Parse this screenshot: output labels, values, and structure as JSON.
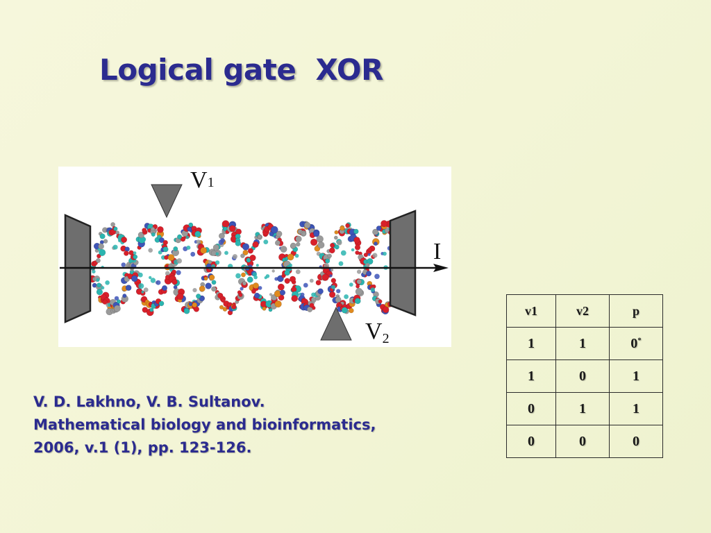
{
  "slide": {
    "title": "Logical gate  XOR",
    "figure": {
      "label_v1_main": "V",
      "label_v1_sub": "1",
      "label_v2_main": "V",
      "label_v2_sub": "2",
      "label_current": "I"
    },
    "reference": {
      "line1": "V. D. Lakhno, V. B. Sultanov.",
      "line2": "Mathematical biology and bioinformatics,",
      "line3": "2006, v.1 (1), pp. 123-126."
    },
    "truth_table": {
      "headers": [
        "v1",
        "v2",
        "p"
      ],
      "rows": [
        {
          "v1": "1",
          "v2": "1",
          "p": "0",
          "p_sup": "*"
        },
        {
          "v1": "1",
          "v2": "0",
          "p": "1",
          "p_sup": ""
        },
        {
          "v1": "0",
          "v2": "1",
          "p": "1",
          "p_sup": ""
        },
        {
          "v1": "0",
          "v2": "0",
          "p": "0",
          "p_sup": ""
        }
      ]
    }
  },
  "colors": {
    "title": "#2b2b8f",
    "electrode": "#6e6e6e",
    "atom_red": "#d8202a",
    "atom_orange": "#e08a1e",
    "atom_teal": "#2bb5b0",
    "atom_blue": "#3e55b8",
    "atom_gray": "#9a9a9a"
  }
}
